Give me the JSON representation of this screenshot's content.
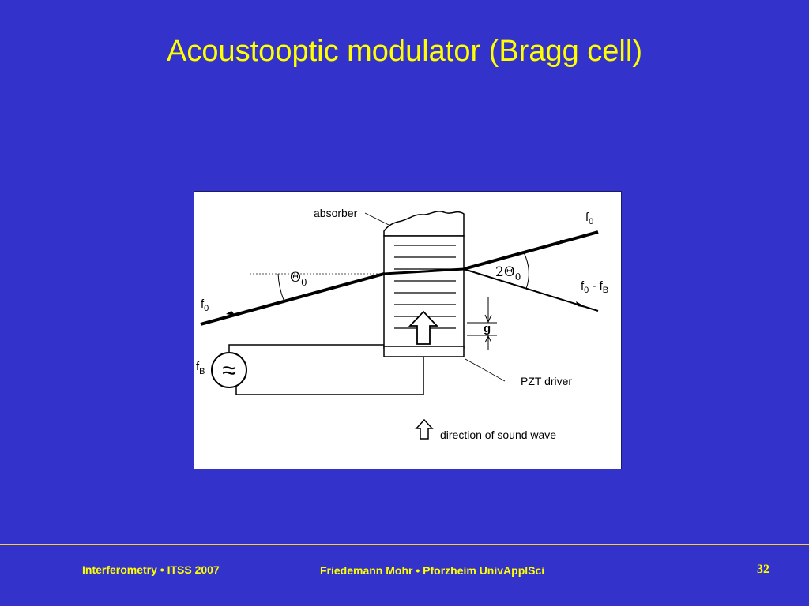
{
  "slide": {
    "title": "Acoustooptic modulator (Bragg cell)"
  },
  "diagram": {
    "labels": {
      "absorber": "absorber",
      "f0_out": "f",
      "f0_out_sub": "0",
      "theta0": "Θ",
      "theta0_sub": "0",
      "two_theta0": "2Θ",
      "two_theta0_sub": "0",
      "f0_in": "f",
      "f0_in_sub": "0",
      "f0_minus_fb": "f",
      "f0_minus_fb_sub1": "0",
      "f0_minus_fb_mid": " - f",
      "f0_minus_fb_sub2": "B",
      "g": "g",
      "fb": "f",
      "fb_sub": "B",
      "oscillator_symbol": "≈",
      "pzt_driver": "PZT driver",
      "sound_wave_legend": "direction of sound wave"
    }
  },
  "footer": {
    "left": "Interferometry • ITSS 2007",
    "center": "Friedemann Mohr • Pforzheim UnivApplSci",
    "page": "32"
  },
  "colors": {
    "background": "#3333cc",
    "title": "#ffff00",
    "footer_rule": "#ffcc33"
  }
}
